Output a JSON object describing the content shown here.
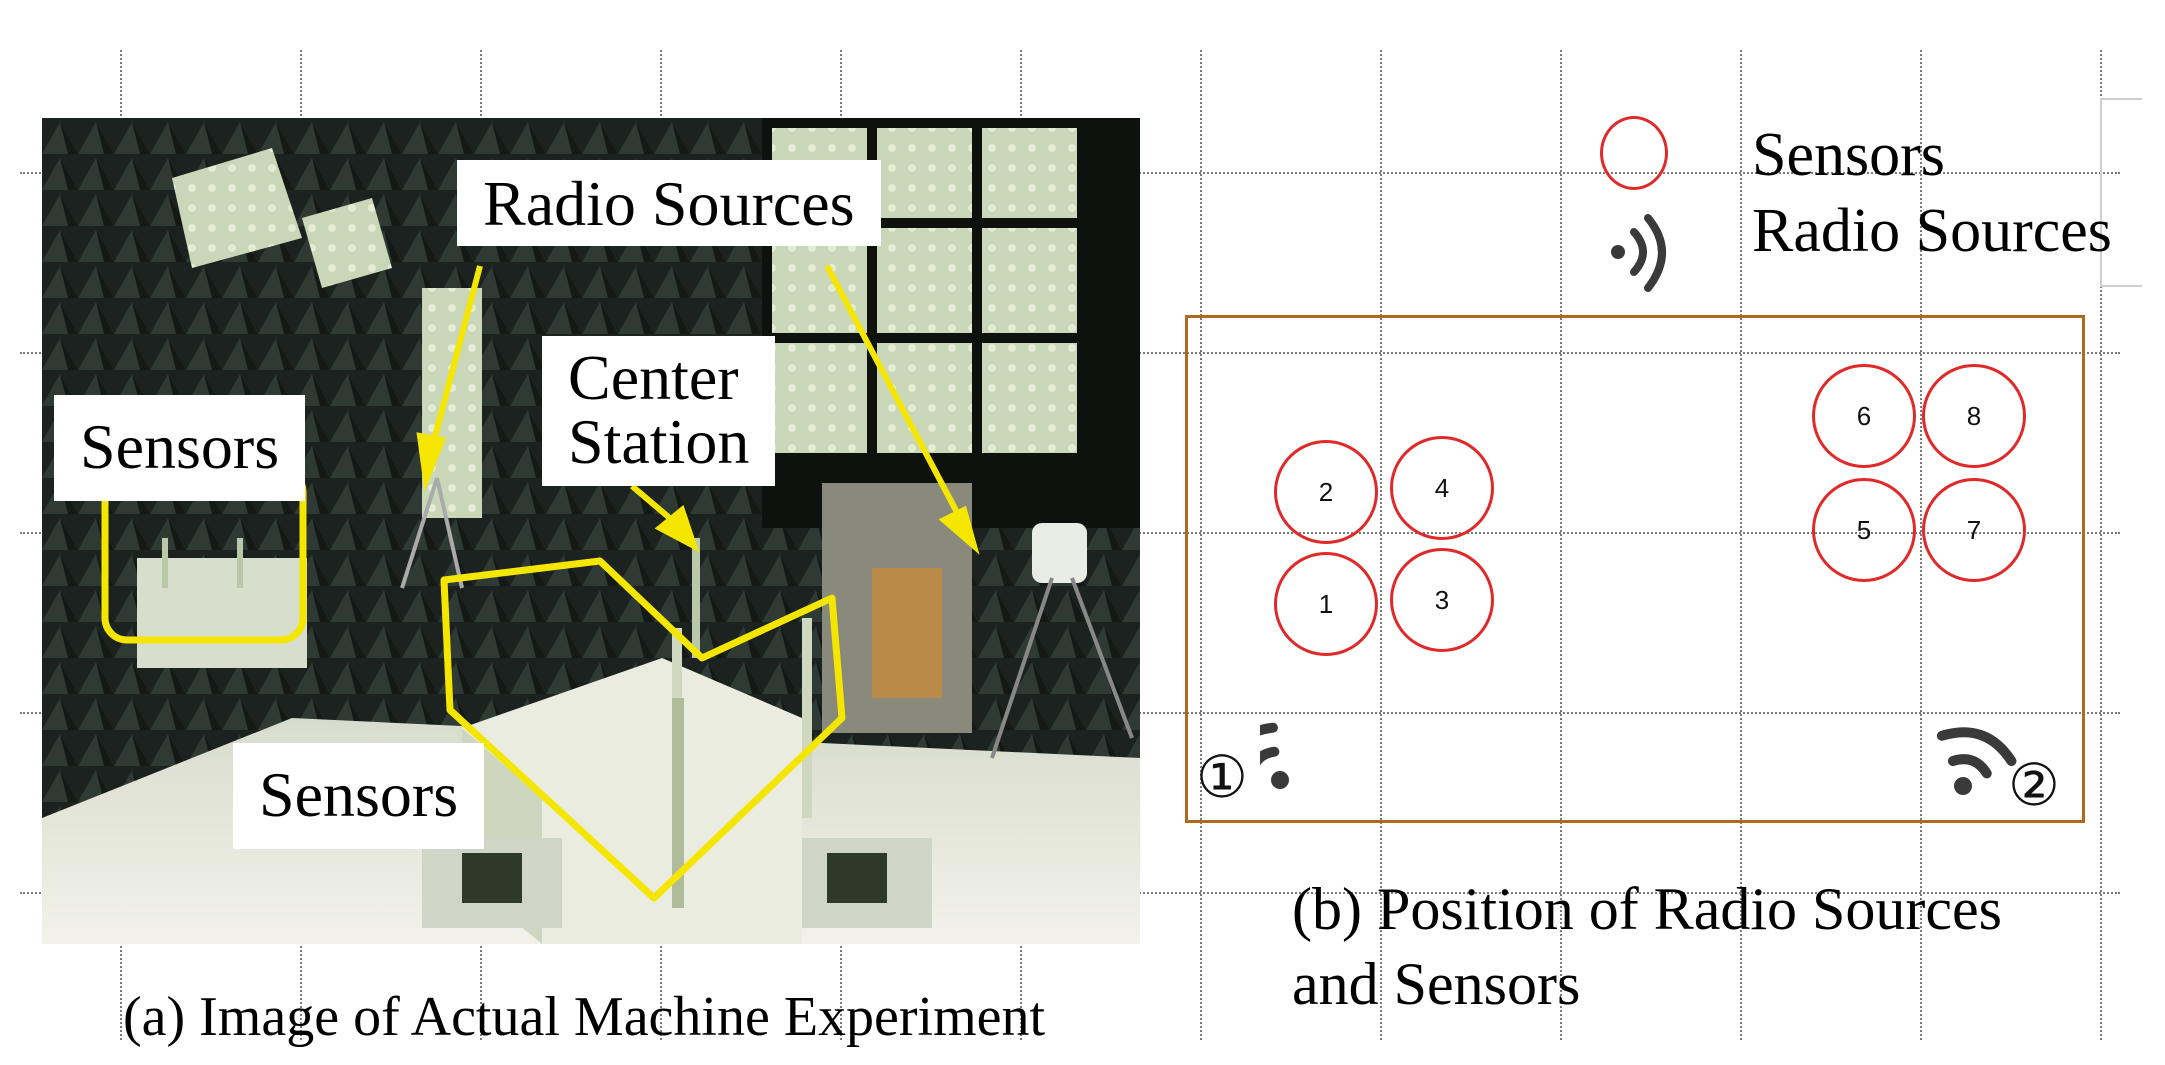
{
  "photo_panel": {
    "labels": {
      "radio_sources": "Radio Sources",
      "center_station_line1": "Center",
      "center_station_line2": "Station",
      "sensors_left": "Sensors",
      "sensors_bottom": "Sensors"
    },
    "caption": "(a) Image of Actual Machine Experiment"
  },
  "diagram_panel": {
    "legend": {
      "sensors": "Sensors",
      "radio_sources": "Radio Sources"
    },
    "sensors": [
      {
        "id": "1"
      },
      {
        "id": "2"
      },
      {
        "id": "3"
      },
      {
        "id": "4"
      },
      {
        "id": "5"
      },
      {
        "id": "6"
      },
      {
        "id": "7"
      },
      {
        "id": "8"
      }
    ],
    "radio_source_labels": [
      "①",
      "②"
    ],
    "caption_line1": "(b) Position of Radio Sources",
    "caption_line2": "and Sensors"
  },
  "colors": {
    "sensor_circle": "#e02a2a",
    "highlight_yellow": "#f5e600",
    "diagram_border": "#b06a1d",
    "wifi_icon": "#3a3a3a"
  },
  "icons": {
    "radio_source": "wifi-signal-icon"
  }
}
